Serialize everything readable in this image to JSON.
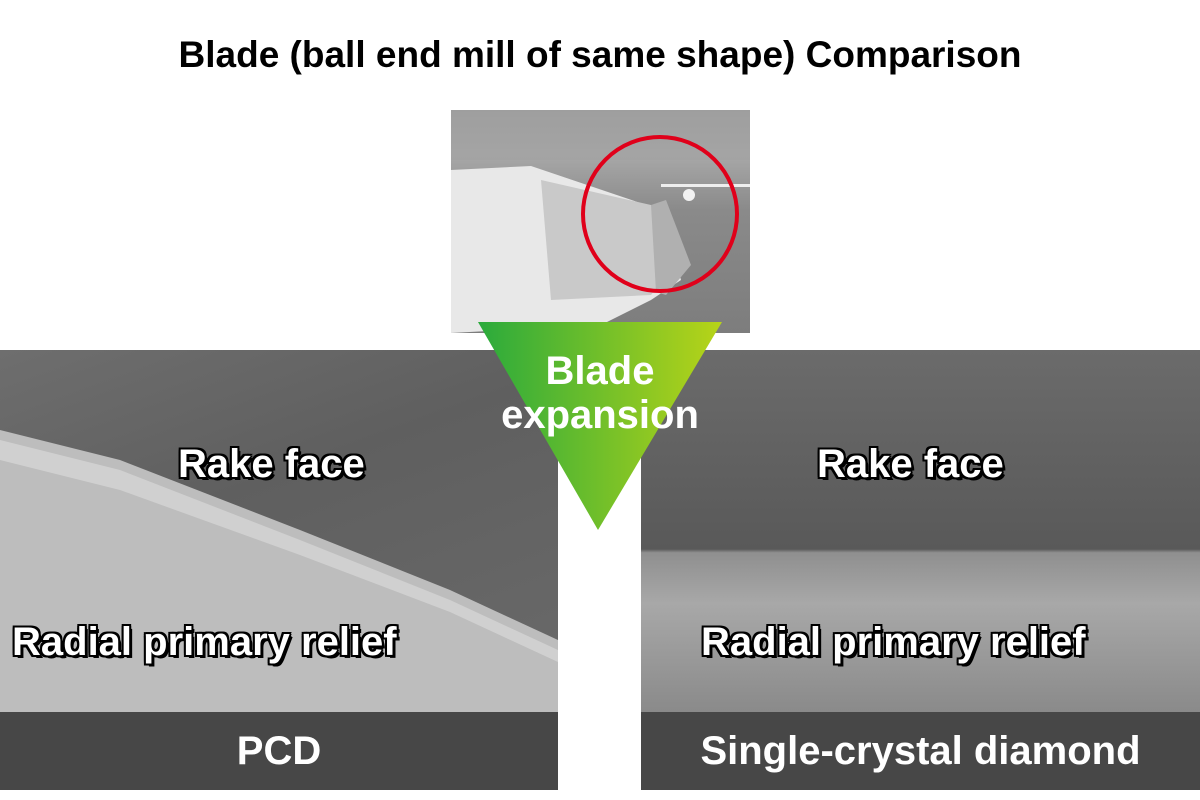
{
  "title": "Blade (ball end mill of same shape) Comparison",
  "center": {
    "arrow_line1": "Blade",
    "arrow_line2": "expansion",
    "colors": {
      "start": "#2aaa3c",
      "end": "#b8d418",
      "highlight": "#e0001a"
    }
  },
  "left": {
    "label_top": "Rake face",
    "label_bottom": "Radial primary relief",
    "caption": "PCD"
  },
  "right": {
    "label_top": "Rake face",
    "label_bottom": "Radial primary relief",
    "caption": "Single-crystal diamond"
  }
}
